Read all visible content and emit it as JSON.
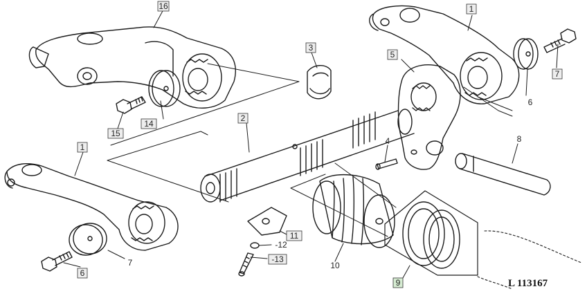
{
  "callouts": [
    {
      "id": "c1a",
      "label": "1",
      "boxed": true
    },
    {
      "id": "c1b",
      "label": "1",
      "boxed": true
    },
    {
      "id": "c2",
      "label": "2",
      "boxed": true
    },
    {
      "id": "c3",
      "label": "3",
      "boxed": true
    },
    {
      "id": "c4",
      "label": "4",
      "boxed": false
    },
    {
      "id": "c5",
      "label": "5",
      "boxed": true
    },
    {
      "id": "c6a",
      "label": "6",
      "boxed": false
    },
    {
      "id": "c6b",
      "label": "6",
      "boxed": false
    },
    {
      "id": "c7a",
      "label": "7",
      "boxed": true
    },
    {
      "id": "c7b",
      "label": "7",
      "boxed": true
    },
    {
      "id": "c8",
      "label": "8",
      "boxed": false
    },
    {
      "id": "c9",
      "label": "9",
      "boxed": true
    },
    {
      "id": "c10",
      "label": "10",
      "boxed": false
    },
    {
      "id": "c11",
      "label": "11",
      "boxed": true
    },
    {
      "id": "c12",
      "label": "-12",
      "boxed": false
    },
    {
      "id": "c13",
      "label": "-13",
      "boxed": true
    },
    {
      "id": "c14",
      "label": "14",
      "boxed": true
    },
    {
      "id": "c15",
      "label": "15",
      "boxed": true
    },
    {
      "id": "c16",
      "label": "16",
      "boxed": true
    }
  ],
  "reference": "L  113167",
  "colors": {
    "ink": "#1a1a1a",
    "box_fill": "#eeeeee",
    "highlight_box": "#d6ecd2"
  }
}
